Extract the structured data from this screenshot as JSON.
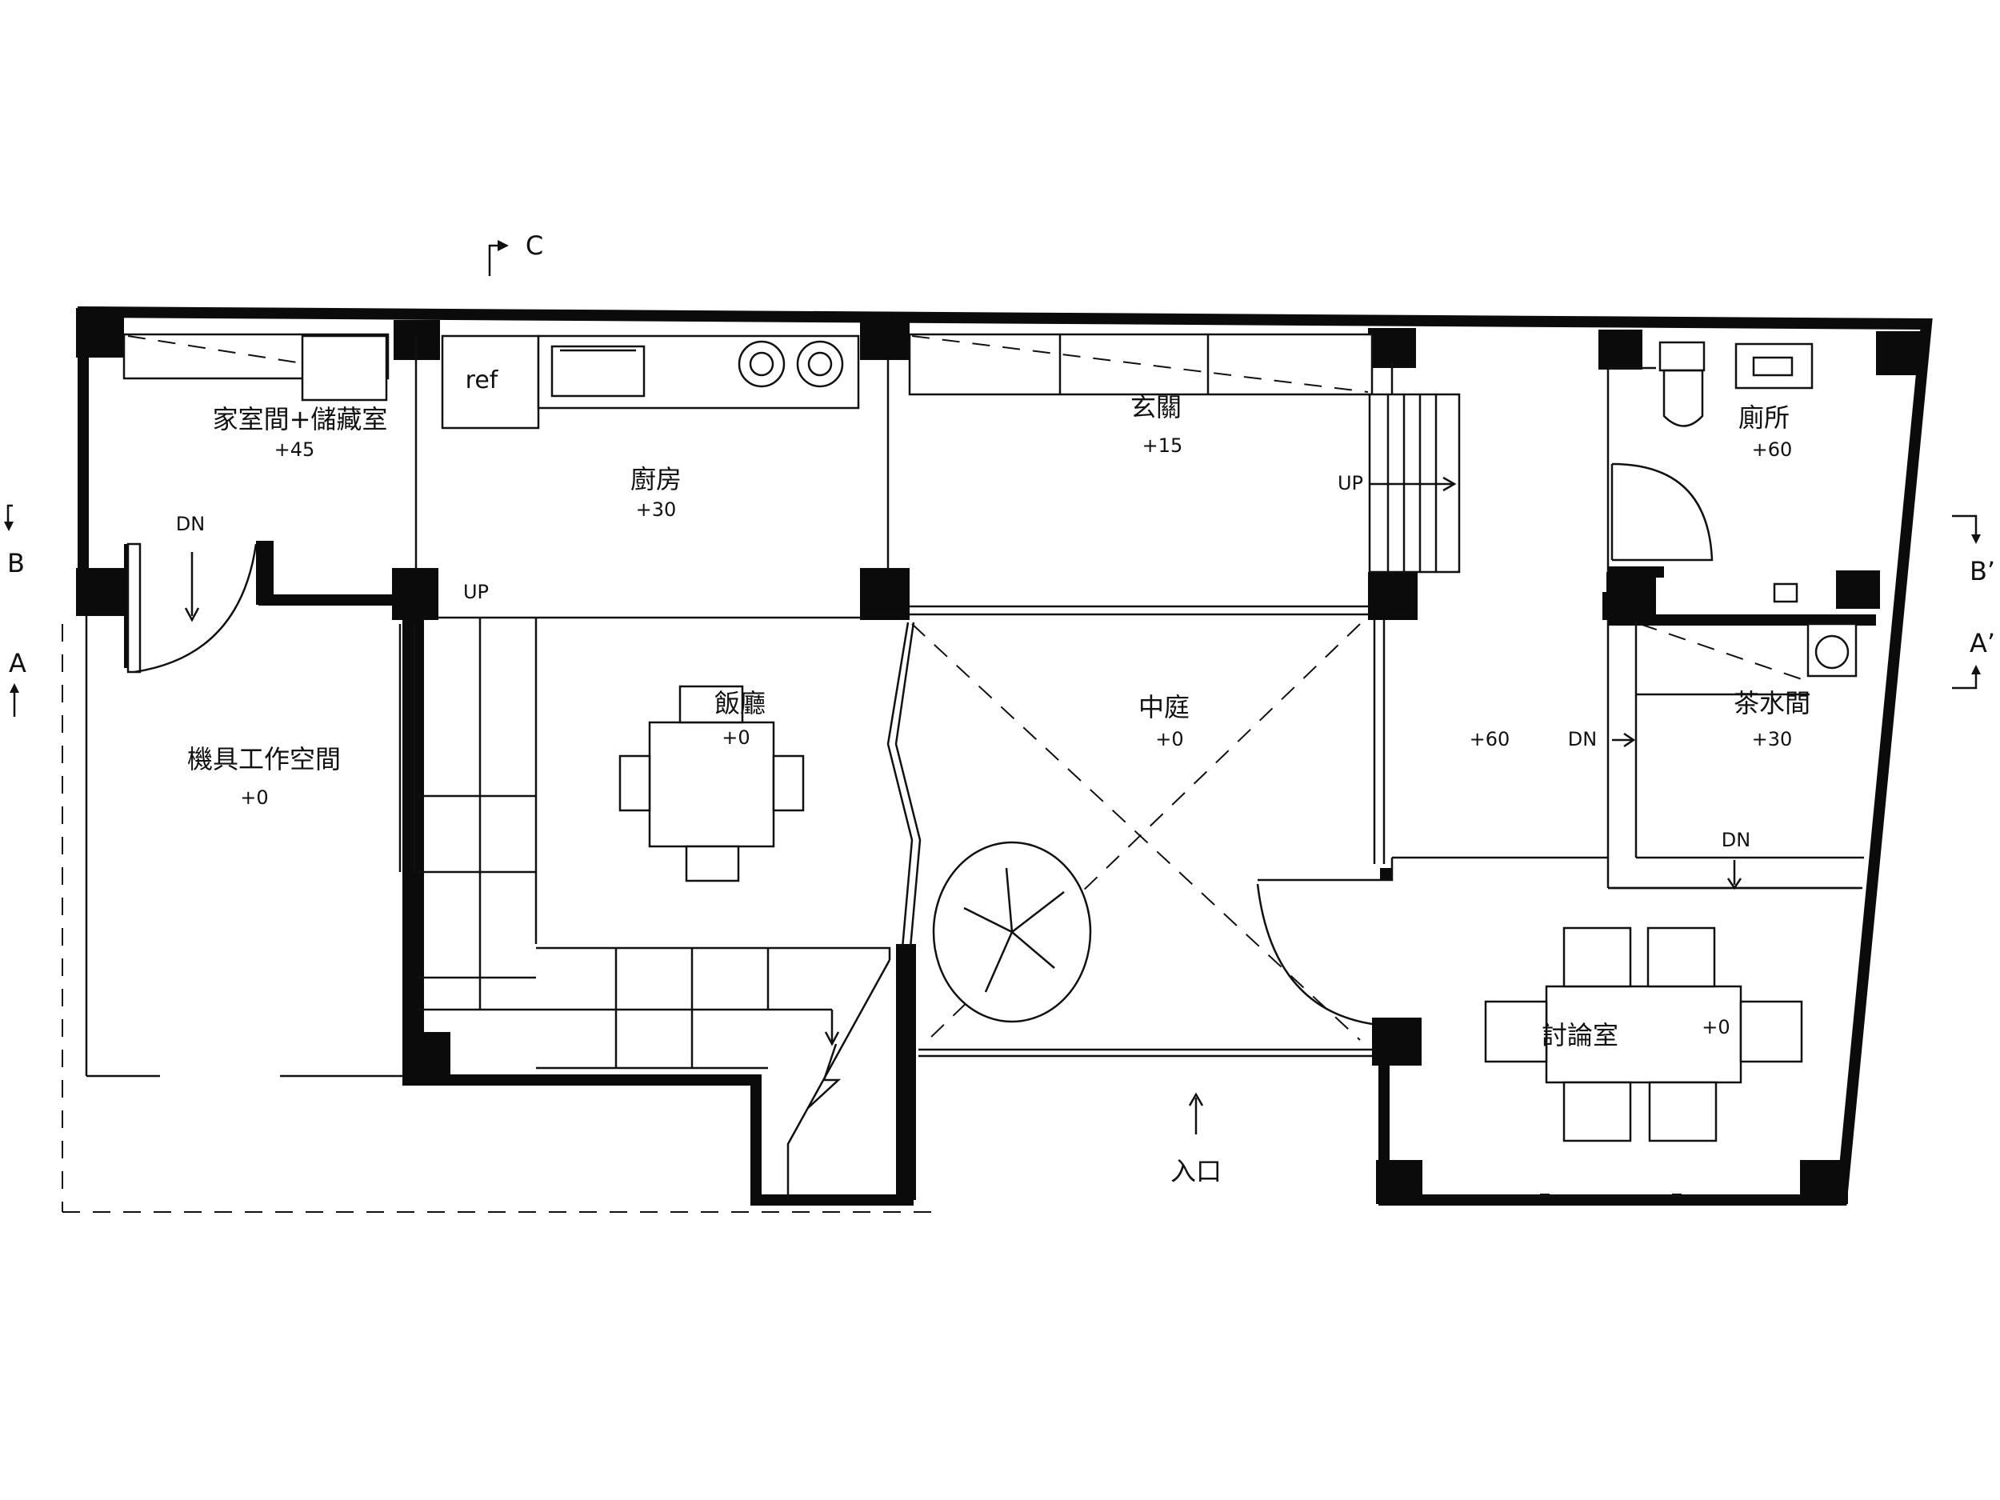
{
  "rooms": {
    "storage": {
      "name": "家室間+儲藏室",
      "level": "+45"
    },
    "kitchen": {
      "name": "廚房",
      "level": "+30"
    },
    "entrance": {
      "name": "玄關",
      "level": "+15"
    },
    "toilet": {
      "name": "廁所",
      "level": "+60"
    },
    "workshop": {
      "name": "機具工作空間",
      "level": "+0"
    },
    "dining": {
      "name": "飯廳",
      "level": "+0"
    },
    "courtyard": {
      "name": "中庭",
      "level": "+0"
    },
    "hall": {
      "level": "+60"
    },
    "tea": {
      "name": "茶水間",
      "level": "+30"
    },
    "meeting": {
      "name": "討論室",
      "level": "+0"
    }
  },
  "fixtures": {
    "refrigerator": "ref"
  },
  "stairs": {
    "storage_down": "DN",
    "kitchen_up": "UP",
    "entrance_up": "UP",
    "hall_down": "DN",
    "tea_down": "DN"
  },
  "entry_label": "入口",
  "section_markers": {
    "c": "C",
    "b_left": "B",
    "a_left": "A",
    "b_right": "B’",
    "a_right": "A’"
  }
}
